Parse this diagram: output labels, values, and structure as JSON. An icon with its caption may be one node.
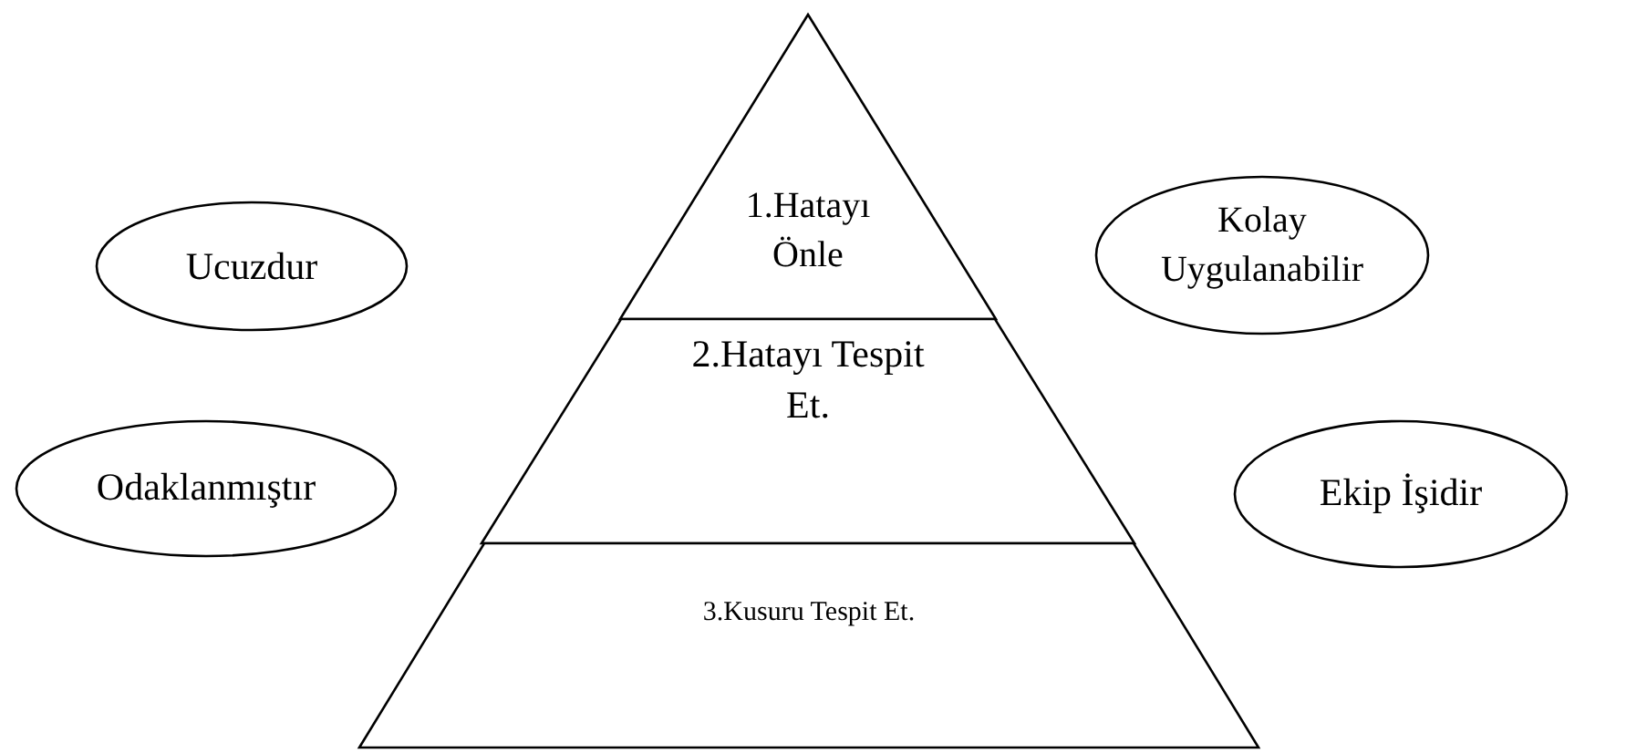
{
  "diagram": {
    "nodes": [
      {
        "text": [
          "Ucuzdur"
        ]
      },
      {
        "text": [
          "1.Hatayı Önle"
        ]
      },
      {
        "text": [
          "Kolay Uygulanabilir"
        ]
      },
      {
        "text": [
          "2.Hatayı Tespit Et."
        ]
      },
      {
        "text": [
          "Odaklanmıştır"
        ]
      },
      {
        "text": [
          "Ekip İşidir"
        ]
      },
      {
        "text": [
          "3.Kusuru Tespit Et."
        ]
      }
    ]
  }
}
